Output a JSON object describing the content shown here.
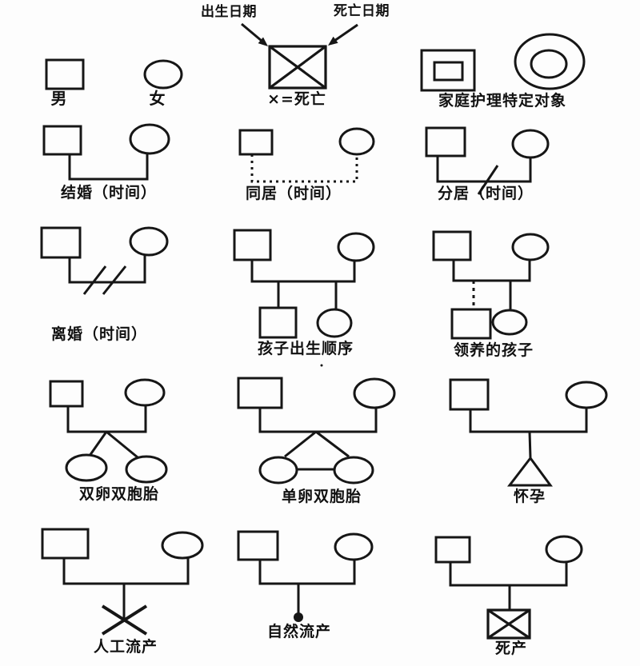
{
  "colors": {
    "line": "#161616",
    "background": "#fdfdfd"
  },
  "annotations": {
    "birth_date": "出生日期",
    "death_date": "死亡日期"
  },
  "symbols": {
    "male": "男",
    "female": "女",
    "death": "×=死亡",
    "family_care": "家庭护理特定对象",
    "marriage": "结婚（时间）",
    "cohabitation": "同居（时间）",
    "separation": "分居（时间）",
    "divorce": "离婚（时间）",
    "birth_order": "孩子出生顺序",
    "adopted_child": "领养的孩子",
    "fraternal_twins": "双卵双胞胎",
    "identical_twins": "单卵双胞胎",
    "pregnancy": "怀孕",
    "induced_abortion": "人工流产",
    "spontaneous_abortion": "自然流产",
    "stillbirth": "死产"
  }
}
